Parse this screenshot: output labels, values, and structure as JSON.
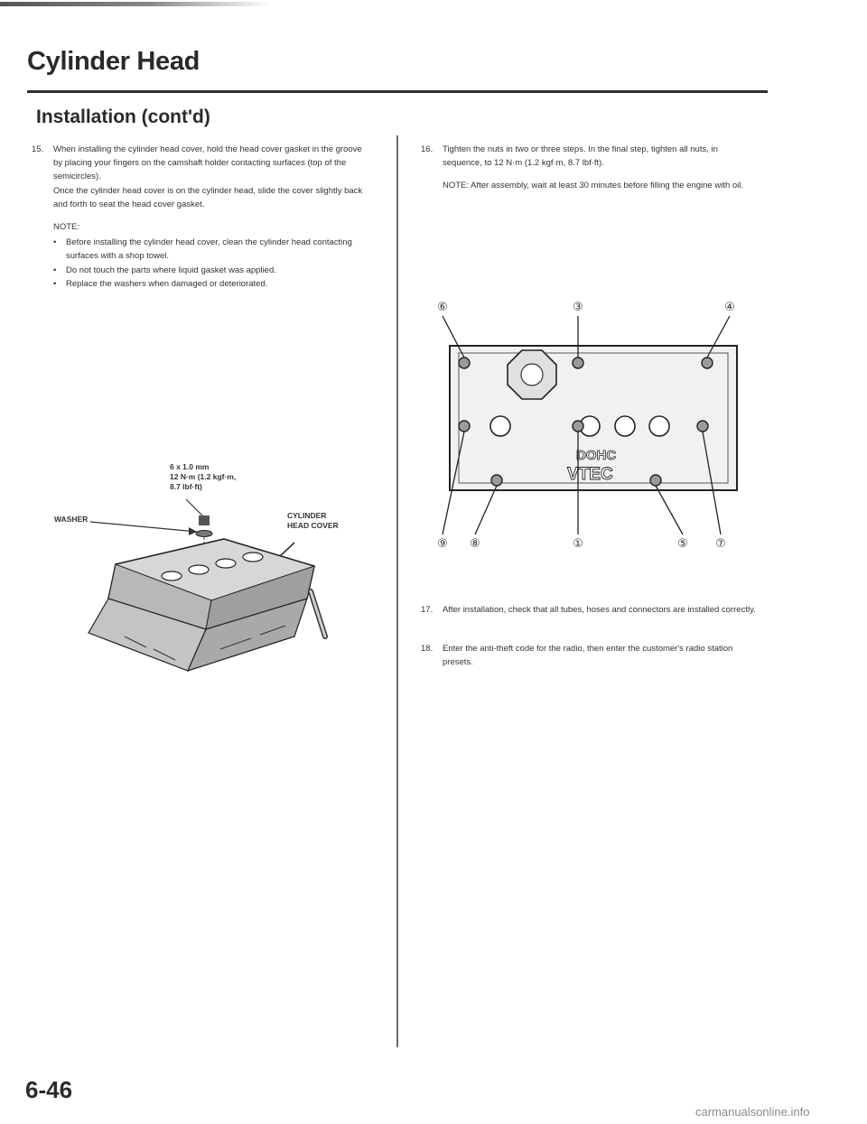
{
  "header": {
    "title": "Cylinder Head",
    "subtitle": "Installation (cont'd)"
  },
  "steps": {
    "s15": {
      "number": "15.",
      "p1": "When installing the cylinder head cover, hold the head cover gasket in the groove by placing your fingers on the camshaft holder contacting surfaces (top of the semicircles).",
      "p2": "Once the cylinder head cover is on the cylinder head, slide the cover slightly back and forth to seat the head cover gasket.",
      "note_label": "NOTE:",
      "bullets": [
        "Before installing the cylinder head cover, clean the cylinder head contacting surfaces with a shop towel.",
        "Do not touch the parts where liquid gasket was applied.",
        "Replace the washers when damaged or deteriorated."
      ]
    },
    "s16": {
      "number": "16.",
      "p1": "Tighten the nuts in two or three steps. In the final step, tighten all nuts, in sequence, to 12 N·m (1.2 kgf·m, 8.7 lbf·ft).",
      "note": "NOTE: After assembly, wait at least 30 minutes before filling the engine with oil."
    },
    "s17": {
      "number": "17.",
      "p1": "After installation, check that all tubes, hoses and connectors are installed correctly."
    },
    "s18": {
      "number": "18.",
      "p1": "Enter the anti-theft code for the radio, then enter the customer's radio station presets."
    }
  },
  "bullet_glyph": "•",
  "figure_left": {
    "spec_line1": "6 x 1.0 mm",
    "spec_line2": "12 N·m (1.2 kgf·m,",
    "spec_line3": "8.7 lbf·ft)",
    "washer_label": "WASHER",
    "cover_label_line1": "CYLINDER",
    "cover_label_line2": "HEAD COVER"
  },
  "figure_right": {
    "top_labels": [
      "⑥",
      "③",
      "④"
    ],
    "bottom_labels": [
      "⑨",
      "⑧",
      "①",
      "⑤",
      "⑦"
    ],
    "cover_text_1": "DOHC",
    "cover_text_2": "VTEC"
  },
  "footer": {
    "page_number": "6-46",
    "watermark": "carmanualsonline.info"
  }
}
